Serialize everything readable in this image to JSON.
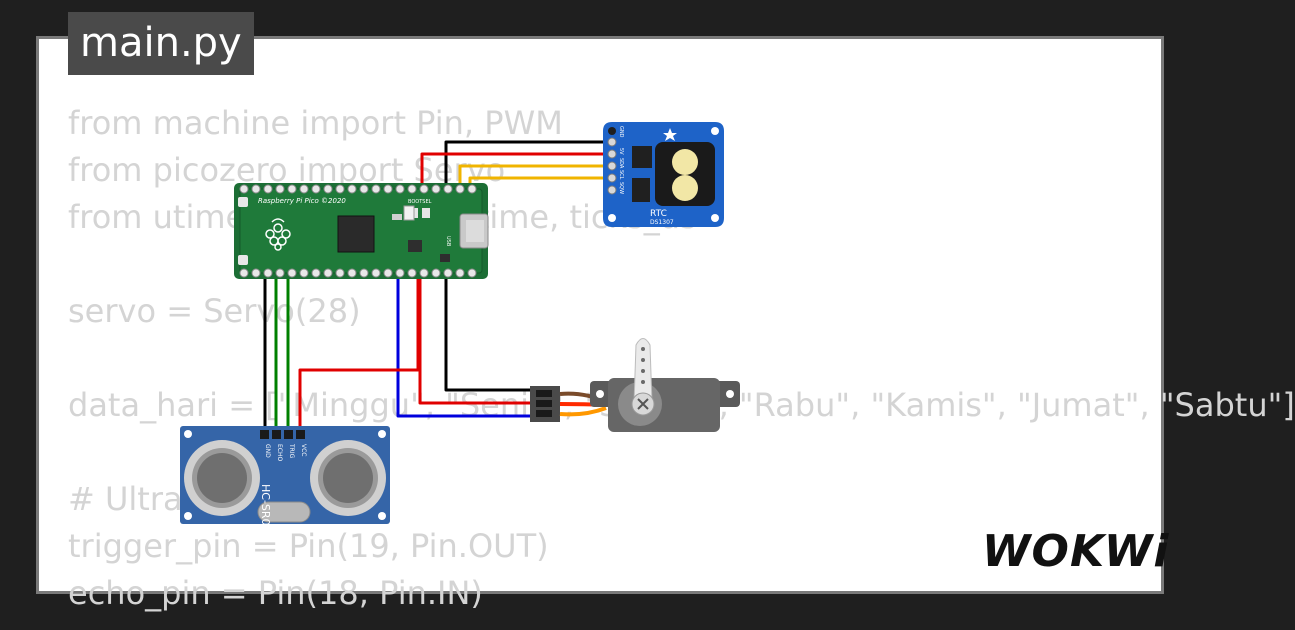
{
  "tab": {
    "filename": "main.py"
  },
  "code_lines": [
    "from machine import Pin, PWM",
    "from picozero import Servo",
    "from utime import sleep, time, ticks_us",
    "",
    "servo = Servo(28)",
    "",
    "data_hari = [\"Minggu\", \"Senin\", \"Selasa\", \"Rabu\", \"Kamis\", \"Jumat\", \"Sabtu\"]",
    "",
    "# Ultrasonic",
    "trigger_pin = Pin(19, Pin.OUT)",
    "echo_pin = Pin(18, Pin.IN)"
  ],
  "components": {
    "pico": {
      "board_label": "Raspberry Pi Pico ©2020",
      "led_label": "BOOTSEL",
      "usb_label": "USB"
    },
    "rtc": {
      "name": "RTC",
      "chip": "DS1307",
      "pins": [
        "GND",
        "5V",
        "SDA",
        "SCL",
        "SQW"
      ]
    },
    "ultrasonic": {
      "name": "HC-SR04",
      "pins": [
        "VCC",
        "TRIG",
        "ECHO",
        "GND"
      ]
    },
    "servo": {
      "icon": "servo-horn-icon"
    }
  },
  "wire_colors": {
    "black": "#000000",
    "red": "#e00000",
    "green": "#008000",
    "blue": "#0000dd",
    "yellow": "#f0b400",
    "orange": "#ff8c00"
  },
  "logo": {
    "text": "WOKWi"
  }
}
